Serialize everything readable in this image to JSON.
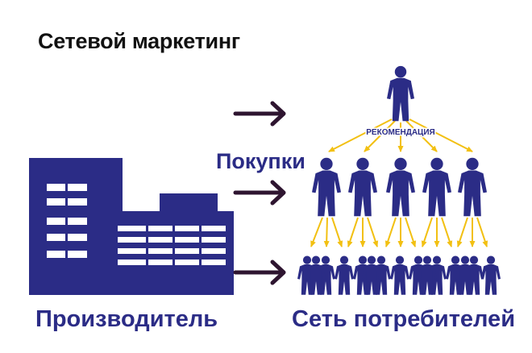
{
  "title": "Сетевой маркетинг",
  "labels": {
    "purchases": "Покупки",
    "recommendation": "РЕКОМЕНДАЦИЯ",
    "producer": "Производитель",
    "consumers": "Сеть потребителей"
  },
  "colors": {
    "navy": "#2b2c86",
    "arrow": "#2e1530",
    "recommendation_arrow": "#f2c012",
    "title": "#111111"
  },
  "icons": {
    "person": "person-icon",
    "factory": "factory-building-icon"
  },
  "network": {
    "levels": [
      1,
      5,
      15
    ]
  }
}
